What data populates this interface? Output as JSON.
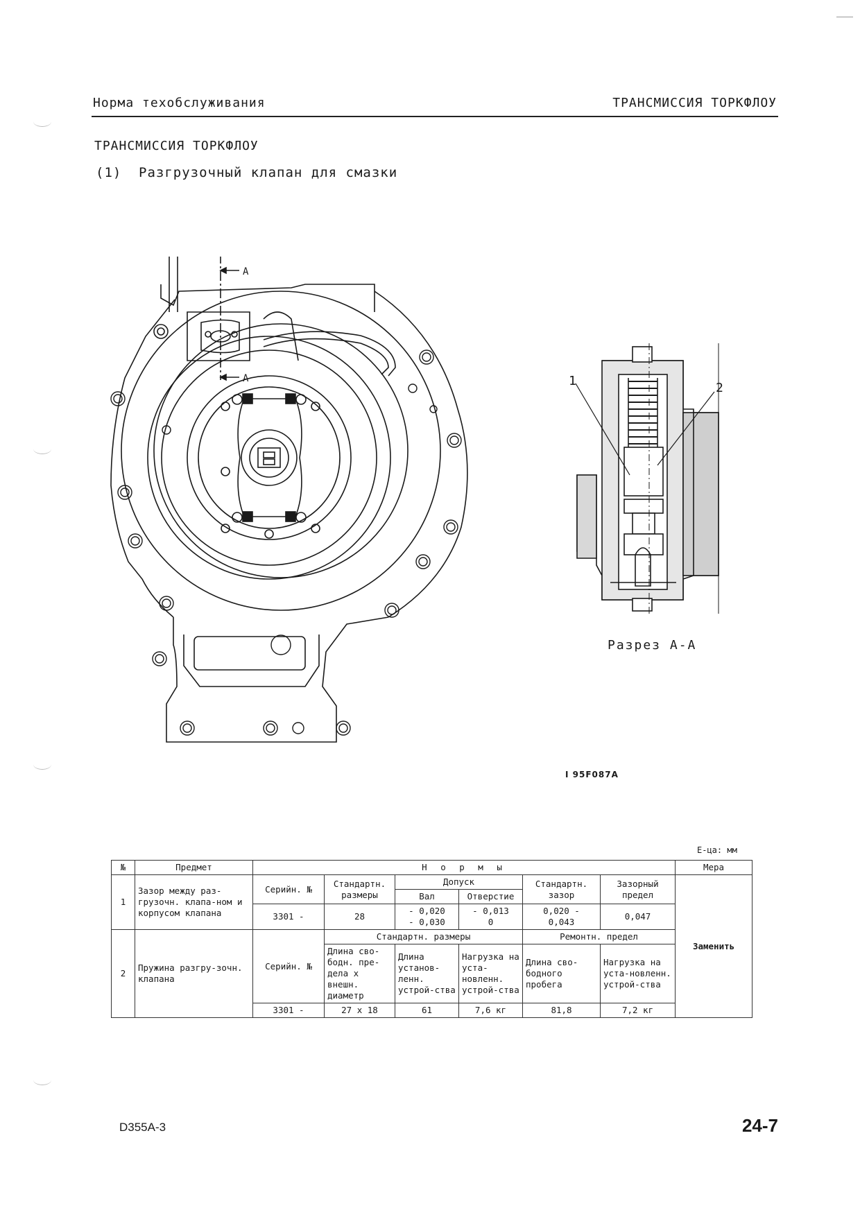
{
  "header": {
    "left": "Норма техобслуживания",
    "right": "ТРАНСМИССИЯ ТОРКФЛОУ"
  },
  "section": {
    "title": "ТРАНСМИССИЯ ТОРКФЛОУ",
    "number": "(1)",
    "subtitle": "Разгрузочный клапан для смазки"
  },
  "figure": {
    "cut_label_a": "A",
    "callout_1": "1",
    "callout_2": "2",
    "section_caption": "Разрез А-А",
    "code": "I 95F087A"
  },
  "unit": "Е-ца: мм",
  "table": {
    "h_no": "№",
    "h_item": "Предмет",
    "h_norms": "Н о р м ы",
    "h_measure": "Мера",
    "row1": {
      "no": "1",
      "item": "Зазор между раз-грузочн. клапа-ном и корпусом клапана",
      "serial_h": "Серийн. №",
      "std_h": "Стандартн. размеры",
      "tol_h": "Допуск",
      "shaft_h": "Вал",
      "hole_h": "Отверстие",
      "std_gap_h": "Стандартн. зазор",
      "gap_limit_h": "Зазорный предел",
      "serial": "3301 -",
      "std": "28",
      "shaft_1": "- 0,020",
      "shaft_2": "- 0,030",
      "hole_1": "- 0,013",
      "hole_2": "0",
      "std_gap_1": "0,020 -",
      "std_gap_2": "0,043",
      "gap_limit": "0,047"
    },
    "measure": "Заменить",
    "row2": {
      "no": "2",
      "item": "Пружина разгру-зочн. клапана",
      "serial_h": "Серийн. №",
      "std_dims_h": "Стандартн. размеры",
      "repair_h": "Ремонтн. предел",
      "c1_h": "Длина сво-бодн. пре-дела х внешн. диаметр",
      "c2_h": "Длина установ-ленн. устрой-ства",
      "c3_h": "Нагрузка на уста-новленн. устрой-ства",
      "c4_h": "Длина сво-бодного пробега",
      "c5_h": "Нагрузка на уста-новленн. устрой-ства",
      "serial": "3301 -",
      "c1": "27 х 18",
      "c2": "61",
      "c3": "7,6 кг",
      "c4": "81,8",
      "c5": "7,2 кг"
    }
  },
  "footer": {
    "model": "D355A-3",
    "page": "24-7"
  }
}
